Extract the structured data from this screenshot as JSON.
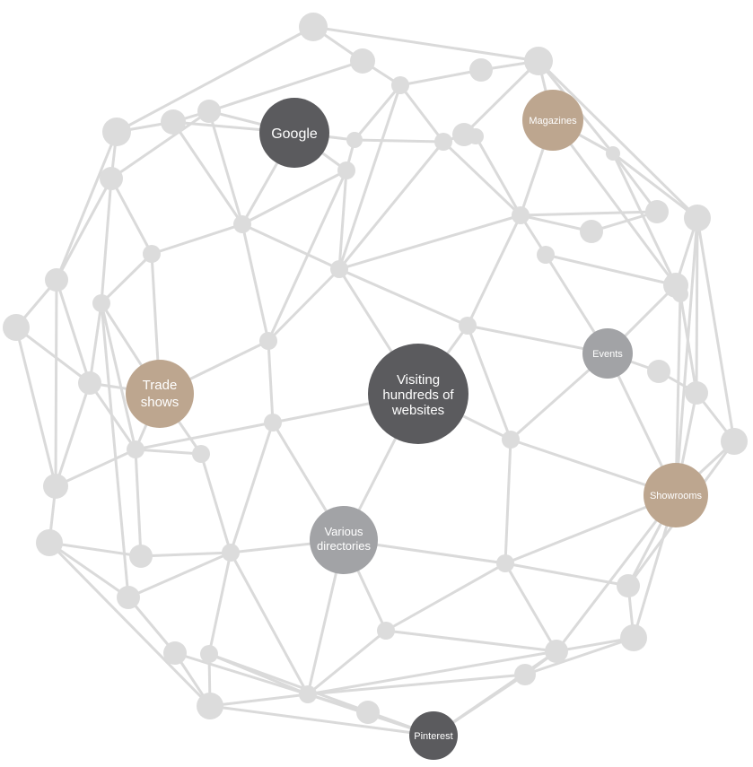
{
  "labels": {
    "google": "Google",
    "magazines": "Magazines",
    "events": "Events",
    "trade_shows": [
      "Trade",
      "shows"
    ],
    "visiting": [
      "Visiting",
      "hundreds of",
      "websites"
    ],
    "showrooms": "Showrooms",
    "directories": [
      "Various",
      "directories"
    ],
    "pinterest": "Pinterest"
  },
  "colors": {
    "edge": "#dadada",
    "dot": "#dcdcdc",
    "dark": "#5b5b5e",
    "tan": "#bda68f",
    "mid_gray": "#a2a3a6"
  }
}
